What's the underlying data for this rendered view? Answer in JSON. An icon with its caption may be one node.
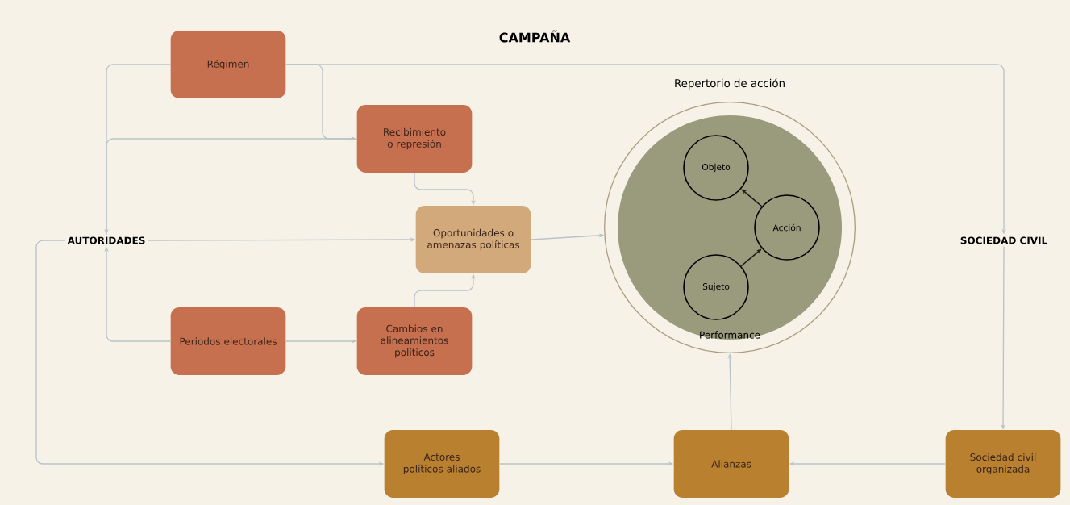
{
  "diagram": {
    "title": "CAMPAÑA",
    "nodes": [
      {
        "text": [
          "Régimen"
        ]
      },
      {
        "text": [
          "Recibimiento o represión"
        ]
      },
      {
        "text": [
          "AUTORIDADES"
        ]
      },
      {
        "text": [
          "Oportunidades o amenazas políticas"
        ]
      },
      {
        "text": [
          "Repertorio de acción",
          "Performance"
        ]
      },
      {
        "text": [
          "Objeto"
        ],
        "in": 4
      },
      {
        "text": [
          "Acción"
        ],
        "in": 4
      },
      {
        "text": [
          "Sujeto"
        ],
        "in": 4
      },
      {
        "text": [
          "SOCIEDAD CIVIL"
        ]
      },
      {
        "text": [
          "Periodos electorales"
        ]
      },
      {
        "text": [
          "Cambios en alineamientos políticos"
        ]
      },
      {
        "text": [
          "Actores políticos aliados"
        ]
      },
      {
        "text": [
          "Alianzas"
        ]
      },
      {
        "text": [
          "Sociedad civil organizada"
        ]
      }
    ],
    "edges": [
      {
        "from": 0,
        "to": 2,
        "arrow": "to"
      },
      {
        "from": 2,
        "to": 1,
        "arrow": "to"
      },
      {
        "from": 0,
        "to": 1,
        "arrow": "to"
      },
      {
        "from": 0,
        "to": 8,
        "arrow": "to"
      },
      {
        "from": 1,
        "to": 3,
        "arrow": "to"
      },
      {
        "from": 2,
        "to": 3,
        "arrow": "to"
      },
      {
        "from": 9,
        "to": 2,
        "arrow": "to"
      },
      {
        "from": 9,
        "to": 10,
        "arrow": "to"
      },
      {
        "from": 10,
        "to": 3,
        "arrow": "to"
      },
      {
        "from": 3,
        "to": 4,
        "arrow": "to"
      },
      {
        "from": 2,
        "to": 11,
        "arrow": "to"
      },
      {
        "from": 11,
        "to": 12,
        "arrow": "to"
      },
      {
        "from": 13,
        "to": 12,
        "arrow": "to"
      },
      {
        "from": 12,
        "to": 4,
        "arrow": "to"
      },
      {
        "from": 8,
        "to": 13,
        "arrow": "to"
      },
      {
        "from": 7,
        "to": 6,
        "arrow": "to",
        "color": "#1a1a1a"
      },
      {
        "from": 6,
        "to": 5,
        "arrow": "to",
        "color": "#1a1a1a"
      }
    ]
  }
}
